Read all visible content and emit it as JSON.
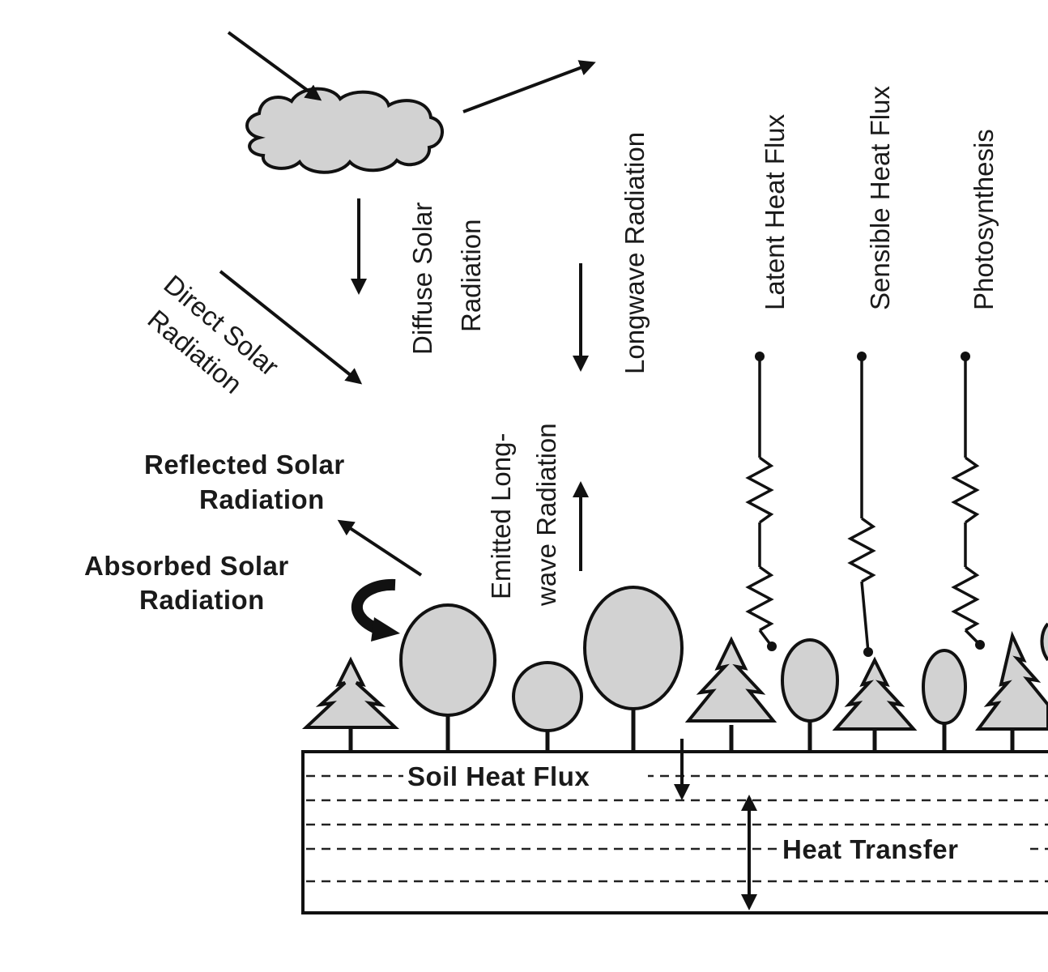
{
  "labels": {
    "diffuse_solar": [
      "Diffuse Solar",
      "Radiation"
    ],
    "direct_solar": [
      "Direct Solar",
      "Radiation"
    ],
    "longwave": "Longwave Radiation",
    "emitted_longwave": [
      "Emitted Long-",
      "wave Radiation"
    ],
    "latent_heat": "Latent Heat Flux",
    "sensible_heat": "Sensible Heat Flux",
    "photosynthesis": "Photosynthesis",
    "reflected_solar": [
      "Reflected Solar",
      "Radiation"
    ],
    "absorbed_solar": [
      "Absorbed Solar",
      "Radiation"
    ],
    "soil_heat_flux": "Soil Heat Flux",
    "heat_transfer": "Heat Transfer"
  },
  "colors": {
    "ink": "#111111",
    "fill_gray": "#d2d2d2",
    "background": "#ffffff"
  },
  "icons": [
    "cloud-icon",
    "deciduous-tree-icon",
    "conifer-tree-icon",
    "curved-arrow-icon",
    "resistor-spring-icon"
  ]
}
